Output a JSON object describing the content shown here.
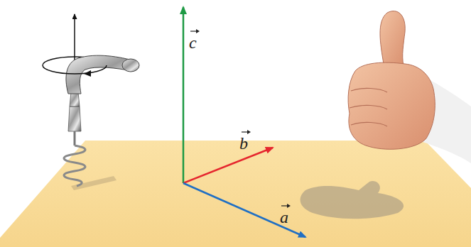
{
  "diagram": {
    "labels": [
      "c",
      "b",
      "a"
    ]
  }
}
